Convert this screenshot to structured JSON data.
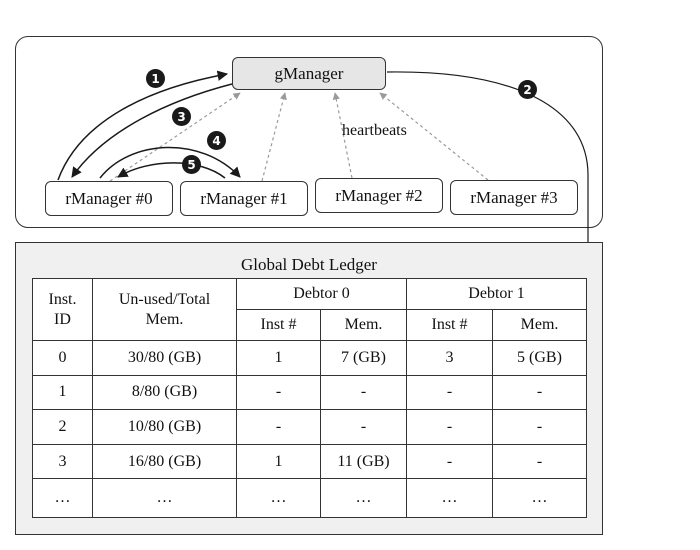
{
  "diagram": {
    "gmanager": "gManager",
    "rmanagers": [
      "rManager #0",
      "rManager #1",
      "rManager #2",
      "rManager #3"
    ],
    "heartbeats_label": "heartbeats",
    "steps": [
      "1",
      "2",
      "3",
      "4",
      "5"
    ]
  },
  "ledger": {
    "title": "Global Debt Ledger",
    "headers": {
      "inst_id_line1": "Inst.",
      "inst_id_line2": "ID",
      "mem_line1": "Un-used/Total",
      "mem_line2": "Mem.",
      "debtor0": "Debtor 0",
      "debtor1": "Debtor 1",
      "inst_no": "Inst #",
      "mem": "Mem."
    },
    "rows": [
      [
        "0",
        "30/80 (GB)",
        "1",
        "7 (GB)",
        "3",
        "5 (GB)"
      ],
      [
        "1",
        "8/80 (GB)",
        "-",
        "-",
        "-",
        "-"
      ],
      [
        "2",
        "10/80 (GB)",
        "-",
        "-",
        "-",
        "-"
      ],
      [
        "3",
        "16/80 (GB)",
        "1",
        "11 (GB)",
        "-",
        "-"
      ],
      [
        "…",
        "…",
        "…",
        "…",
        "…",
        "…"
      ]
    ]
  }
}
